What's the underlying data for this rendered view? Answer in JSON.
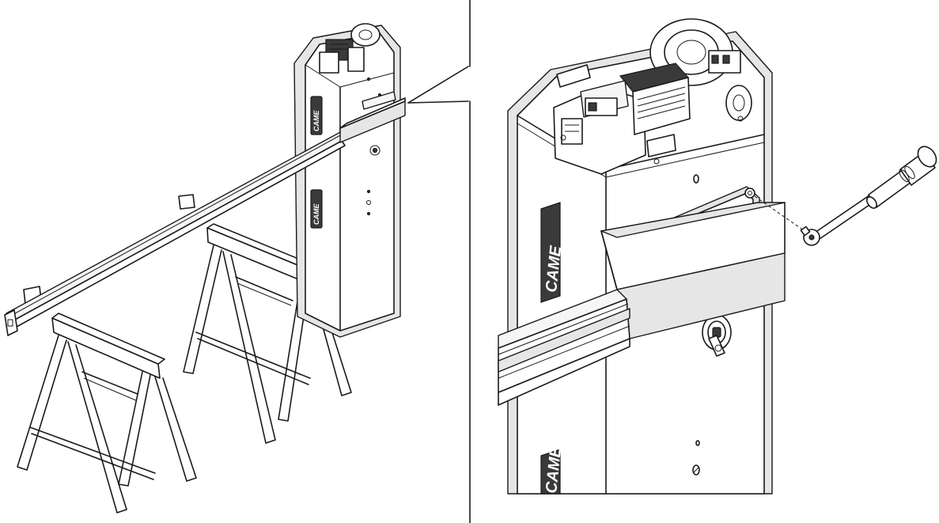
{
  "diagram": {
    "brand_logo": "CAME",
    "brand_logo_symbol": "logo-cross-icon",
    "panels": [
      "overview-barrier-on-trestles",
      "detail-torque-wrench-fixing"
    ],
    "colors": {
      "line": "#1a1a1a",
      "background": "#ffffff",
      "panel_fill": "#e6e6e6"
    }
  }
}
